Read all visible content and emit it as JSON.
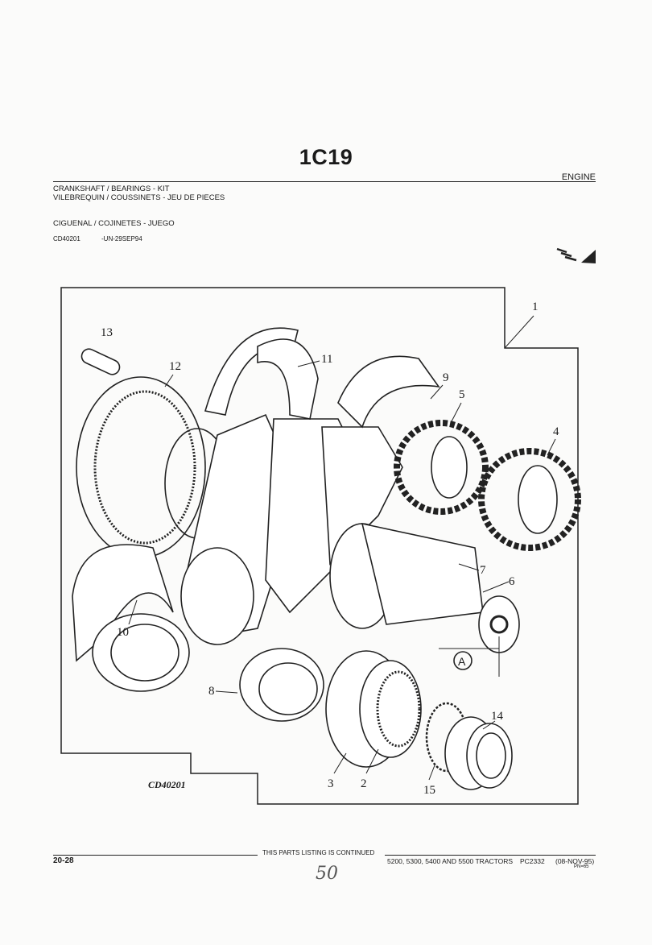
{
  "header": {
    "code": "1C19",
    "section": "ENGINE",
    "title_en": "CRANKSHAFT / BEARINGS - KIT",
    "title_fr": "VILEBREQUIN / COUSSINETS - JEU DE PIECES",
    "title_es": "CIGUENAL / COJINETES - JUEGO",
    "illustration_ref": "CD40201",
    "serial_note": "-UN-29SEP94"
  },
  "diagram": {
    "label": "CD40201",
    "callouts": [
      "1",
      "2",
      "3",
      "4",
      "5",
      "6",
      "7",
      "8",
      "9",
      "10",
      "11",
      "12",
      "13",
      "14",
      "15"
    ],
    "detail_marker": "A"
  },
  "footer": {
    "page": "20-28",
    "continued": "THIS PARTS LISTING IS CONTINUED",
    "models": "5200, 5300, 5400 AND 5500 TRACTORS",
    "catalog": "PC2332",
    "date": "(08-NOV-95)",
    "pn": "PN=65",
    "handwritten": "50"
  }
}
